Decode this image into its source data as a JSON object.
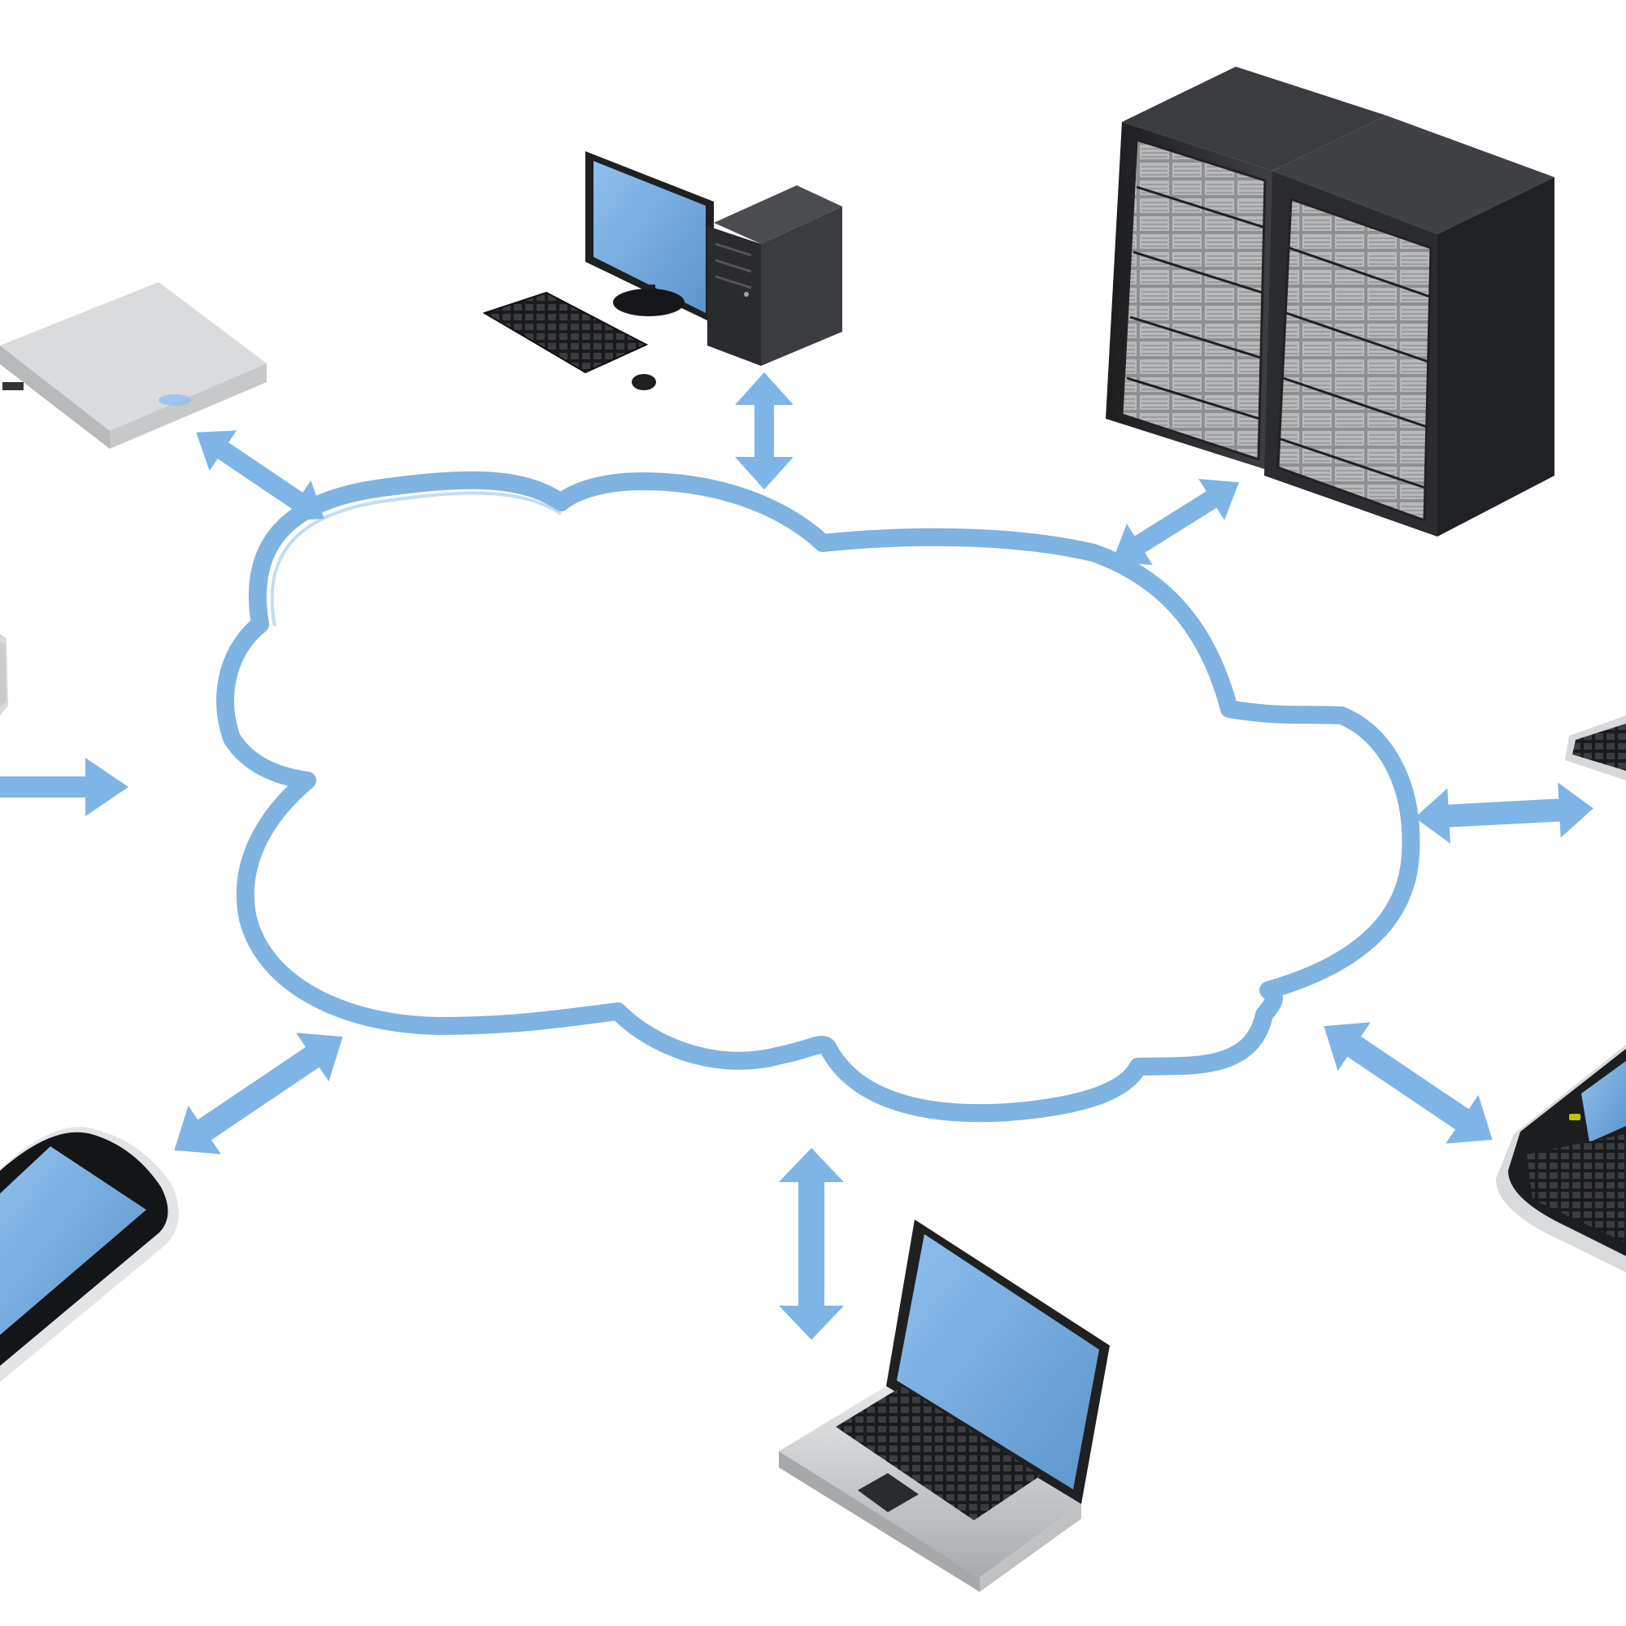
{
  "diagram": {
    "center": {
      "kind": "cloud",
      "label": ""
    },
    "nodes": [
      {
        "id": "network-appliance",
        "kind": "rack-appliance"
      },
      {
        "id": "desktop-computer",
        "kind": "desktop-pc"
      },
      {
        "id": "server-rack",
        "kind": "server-cabinet"
      },
      {
        "id": "keyboard-device",
        "kind": "keyboard-device"
      },
      {
        "id": "qwerty-phone",
        "kind": "keypad-smartphone"
      },
      {
        "id": "laptop",
        "kind": "laptop"
      },
      {
        "id": "touch-smartphone",
        "kind": "touch-smartphone"
      },
      {
        "id": "left-device",
        "kind": "device-cut-off"
      }
    ],
    "links": [
      {
        "from": "cloud",
        "to": "network-appliance",
        "direction": "bidirectional"
      },
      {
        "from": "cloud",
        "to": "desktop-computer",
        "direction": "bidirectional"
      },
      {
        "from": "cloud",
        "to": "server-rack",
        "direction": "bidirectional"
      },
      {
        "from": "cloud",
        "to": "keyboard-device",
        "direction": "bidirectional"
      },
      {
        "from": "cloud",
        "to": "qwerty-phone",
        "direction": "bidirectional"
      },
      {
        "from": "cloud",
        "to": "laptop",
        "direction": "bidirectional"
      },
      {
        "from": "cloud",
        "to": "touch-smartphone",
        "direction": "bidirectional"
      },
      {
        "from": "cloud",
        "to": "left-device",
        "direction": "bidirectional"
      }
    ]
  },
  "colors": {
    "background": "#ffffff",
    "cloud_outline": "#7eb3e2",
    "cloud_fill": "#ffffff",
    "arrow": "#7fb5e6",
    "screen": "#7fb2e3",
    "dark_device": "#2e3033",
    "silver_device": "#cfd0d1"
  },
  "icons": [
    "cloud-icon",
    "double-arrow-icon",
    "server-icon",
    "desktop-icon",
    "laptop-icon",
    "smartphone-icon"
  ]
}
